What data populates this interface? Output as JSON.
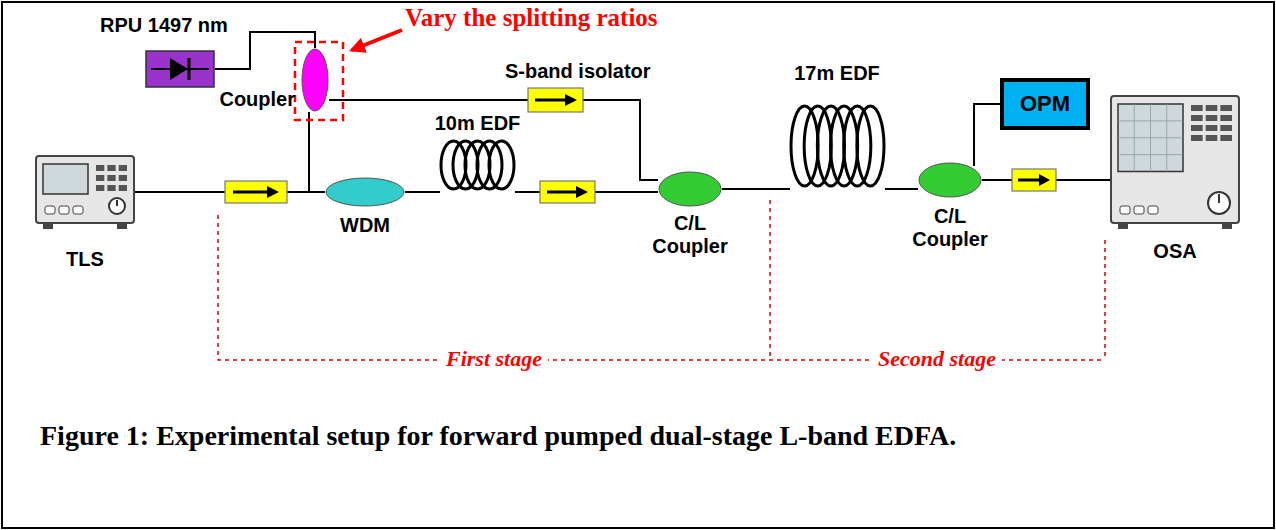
{
  "diagram": {
    "caption": "Figure 1: Experimental setup for forward pumped dual-stage L-band EDFA.",
    "nodes": [
      {
        "text": [
          "RPU 1497 nm"
        ]
      },
      {
        "text": [
          "Coupler"
        ]
      },
      {
        "text": [
          "S-band isolator"
        ]
      },
      {
        "text": [
          "TLS"
        ]
      },
      {
        "text": [
          "WDM"
        ]
      },
      {
        "text": [
          "10m EDF"
        ]
      },
      {
        "text": [
          "C/L Coupler"
        ]
      },
      {
        "text": [
          "17m EDF"
        ]
      },
      {
        "text": [
          "C/L Coupler"
        ]
      },
      {
        "text": [
          "OPM"
        ]
      },
      {
        "text": [
          "OSA"
        ]
      }
    ],
    "edges": [
      {
        "from": 0,
        "to": 1,
        "arrow": "none"
      },
      {
        "from": 1,
        "to": 2,
        "arrow": "none"
      },
      {
        "from": 1,
        "to": 4,
        "arrow": "none"
      },
      {
        "from": 3,
        "to": 4,
        "arrow": "none"
      },
      {
        "from": 4,
        "to": 5,
        "arrow": "none"
      },
      {
        "from": 2,
        "to": 6,
        "arrow": "none"
      },
      {
        "from": 5,
        "to": 6,
        "arrow": "none"
      },
      {
        "from": 6,
        "to": 7,
        "arrow": "none"
      },
      {
        "from": 7,
        "to": 8,
        "arrow": "none"
      },
      {
        "from": 8,
        "to": 9,
        "arrow": "none"
      },
      {
        "from": 8,
        "to": 10,
        "arrow": "none"
      }
    ],
    "labels": [
      "Vary the splitting ratios",
      "First stage",
      "Second stage"
    ]
  }
}
